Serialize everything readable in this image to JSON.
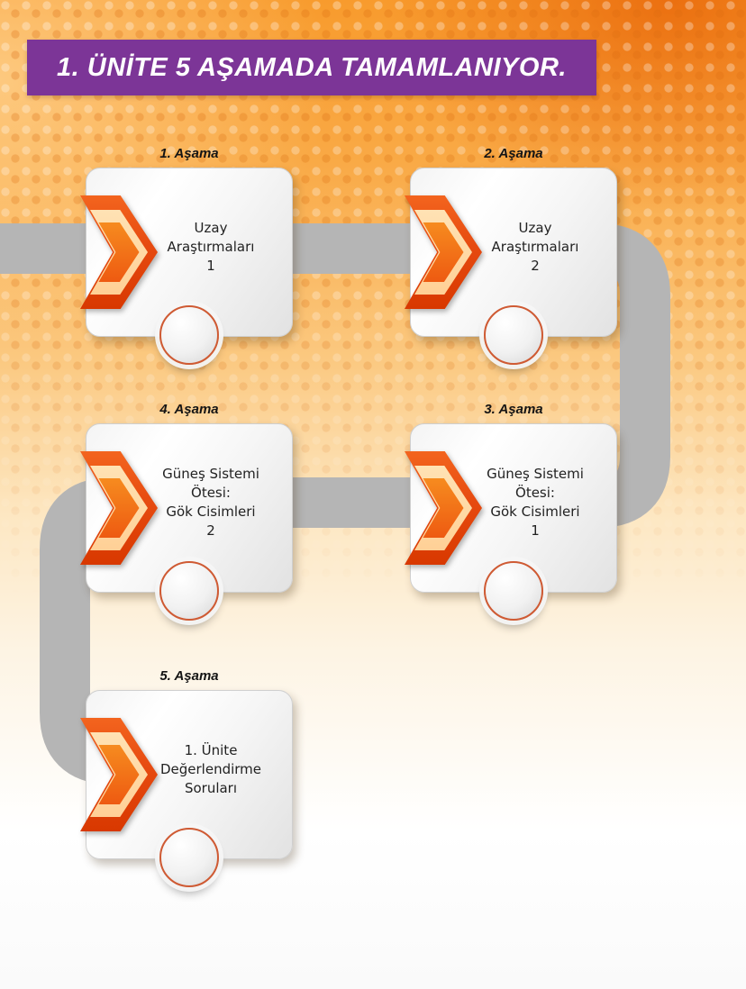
{
  "page": {
    "title": "1. ÜNİTE 5 AŞAMADA TAMAMLANIYOR."
  },
  "stages": [
    {
      "label": "1. Aşama",
      "title": "Uzay\nAraştırmaları\n1"
    },
    {
      "label": "2. Aşama",
      "title": "Uzay\nAraştırmaları\n2"
    },
    {
      "label": "3. Aşama",
      "title": "Güneş Sistemi\nÖtesi:\nGök Cisimleri\n1"
    },
    {
      "label": "4. Aşama",
      "title": "Güneş Sistemi\nÖtesi:\nGök Cisimleri\n2"
    },
    {
      "label": "5. Aşama",
      "title": "1. Ünite\nDeğerlendirme\nSoruları"
    }
  ],
  "icons": {
    "chevron": "chevron-right-icon",
    "circle": "progress-circle"
  },
  "colors": {
    "banner_purple": "#7c3597",
    "background_orange": "#f89b2d",
    "connector_gray": "#b5b5b5",
    "chevron_red": "#e64a10",
    "chevron_peach": "#ffd9a6",
    "card_gray": "#efefef"
  }
}
